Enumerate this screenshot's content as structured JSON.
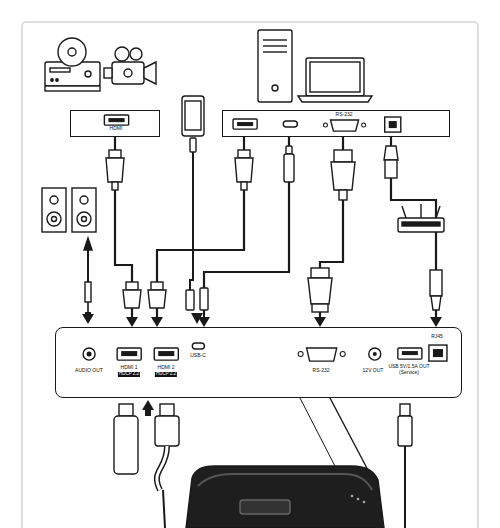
{
  "diagram": {
    "nodes": [
      {
        "text": [
          "HDMI"
        ]
      },
      {
        "text": [
          "RS-232"
        ]
      },
      {
        "text": [
          "AUDIO OUT",
          "HDMI 1",
          "HDCP 2.2",
          "HDMI 2",
          "HDCP 2.2",
          "USB-C",
          "RS-232",
          "12V OUT",
          "USB 5V/1.5A OUT (Service)",
          "RJ45"
        ]
      }
    ],
    "edges": [
      {
        "from": 0,
        "to": 2,
        "arrow": "to"
      },
      {
        "from": 1,
        "to": 2,
        "arrow": "to"
      },
      {
        "from": 1,
        "to": 2,
        "arrow": "to"
      },
      {
        "from": 1,
        "to": 2,
        "arrow": "to"
      },
      {
        "from": 1,
        "to": 2,
        "arrow": "to"
      }
    ]
  }
}
